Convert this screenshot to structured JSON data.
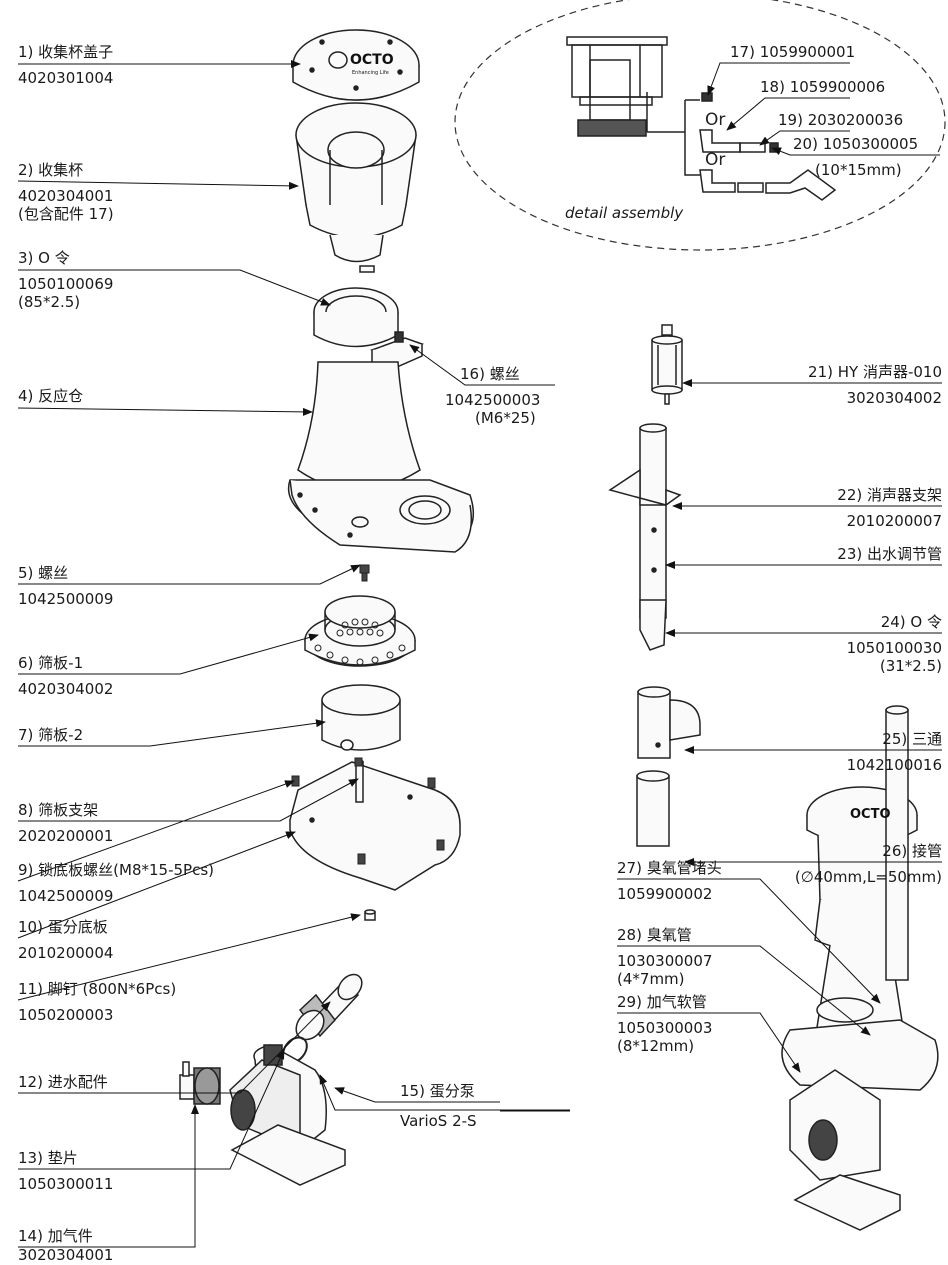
{
  "parts": [
    {
      "no": "1) 收集杯盖子",
      "code": "4020301004"
    },
    {
      "no": "2) 收集杯",
      "code": "4020304001",
      "note": "(包含配件 17)"
    },
    {
      "no": "3) O 令",
      "code": "1050100069",
      "note": "(85*2.5)"
    },
    {
      "no": "4) 反应仓"
    },
    {
      "no": "5) 螺丝",
      "code": "1042500009"
    },
    {
      "no": "6) 筛板-1",
      "code": "4020304002"
    },
    {
      "no": "7) 筛板-2"
    },
    {
      "no": "8) 筛板支架",
      "code": "2020200001"
    },
    {
      "no": "9) 锁底板螺丝(M8*15-5Pcs)",
      "code": "1042500009"
    },
    {
      "no": "10) 蛋分底板",
      "code": "2010200004"
    },
    {
      "no": "11) 脚钉 (800N*6Pcs)",
      "code": "1050200003"
    },
    {
      "no": "12) 进水配件"
    },
    {
      "no": "13) 垫片",
      "code": "1050300011"
    },
    {
      "no": "14) 加气件",
      "code": "3020304001"
    },
    {
      "no": "15) 蛋分泵",
      "code": "VarioS 2-S"
    },
    {
      "no": "16) 螺丝",
      "code": "1042500003",
      "note": "(M6*25)"
    },
    {
      "no": "17) 1059900001"
    },
    {
      "no": "18) 1059900006"
    },
    {
      "no": "19) 2030200036"
    },
    {
      "no": "20) 1050300005",
      "note": "(10*15mm)"
    },
    {
      "no": "21) HY 消声器-010",
      "code": "3020304002"
    },
    {
      "no": "22) 消声器支架",
      "code": "2010200007"
    },
    {
      "no": "23) 出水调节管"
    },
    {
      "no": "24) O 令",
      "code": "1050100030",
      "note": "(31*2.5)"
    },
    {
      "no": "25) 三通",
      "code": "1042100016"
    },
    {
      "no": "26) 接管",
      "code": "(∅40mm,L=50mm)"
    },
    {
      "no": "27) 臭氧管堵头",
      "code": "1059900002"
    },
    {
      "no": "28) 臭氧管",
      "code": "1030300007",
      "note": "(4*7mm)"
    },
    {
      "no": "29) 加气软管",
      "code": "1050300003",
      "note": "(8*12mm)"
    }
  ],
  "detail": {
    "or1": "Or",
    "or2": "Or",
    "caption": "detail assembly"
  },
  "logo": {
    "brand": "OCTO",
    "tag": "Enhancing Life"
  }
}
